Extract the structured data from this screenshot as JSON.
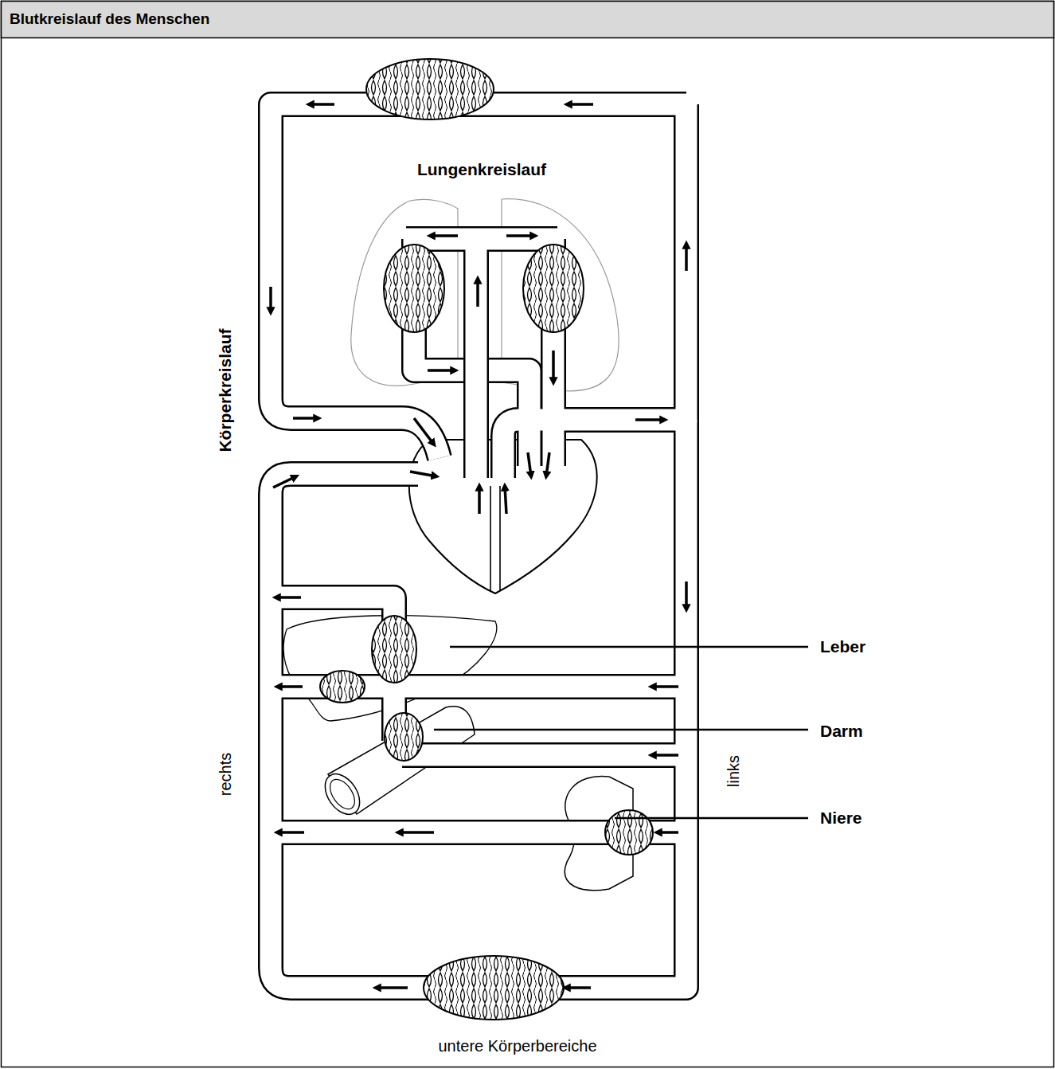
{
  "diagram": {
    "title": "Blutkreislauf des Menschen",
    "labels": [
      "Lungenkreislauf",
      "Körperkreislauf",
      "Leber",
      "Darm",
      "Niere",
      "rechts",
      "links",
      "untere Körperbereiche"
    ]
  }
}
